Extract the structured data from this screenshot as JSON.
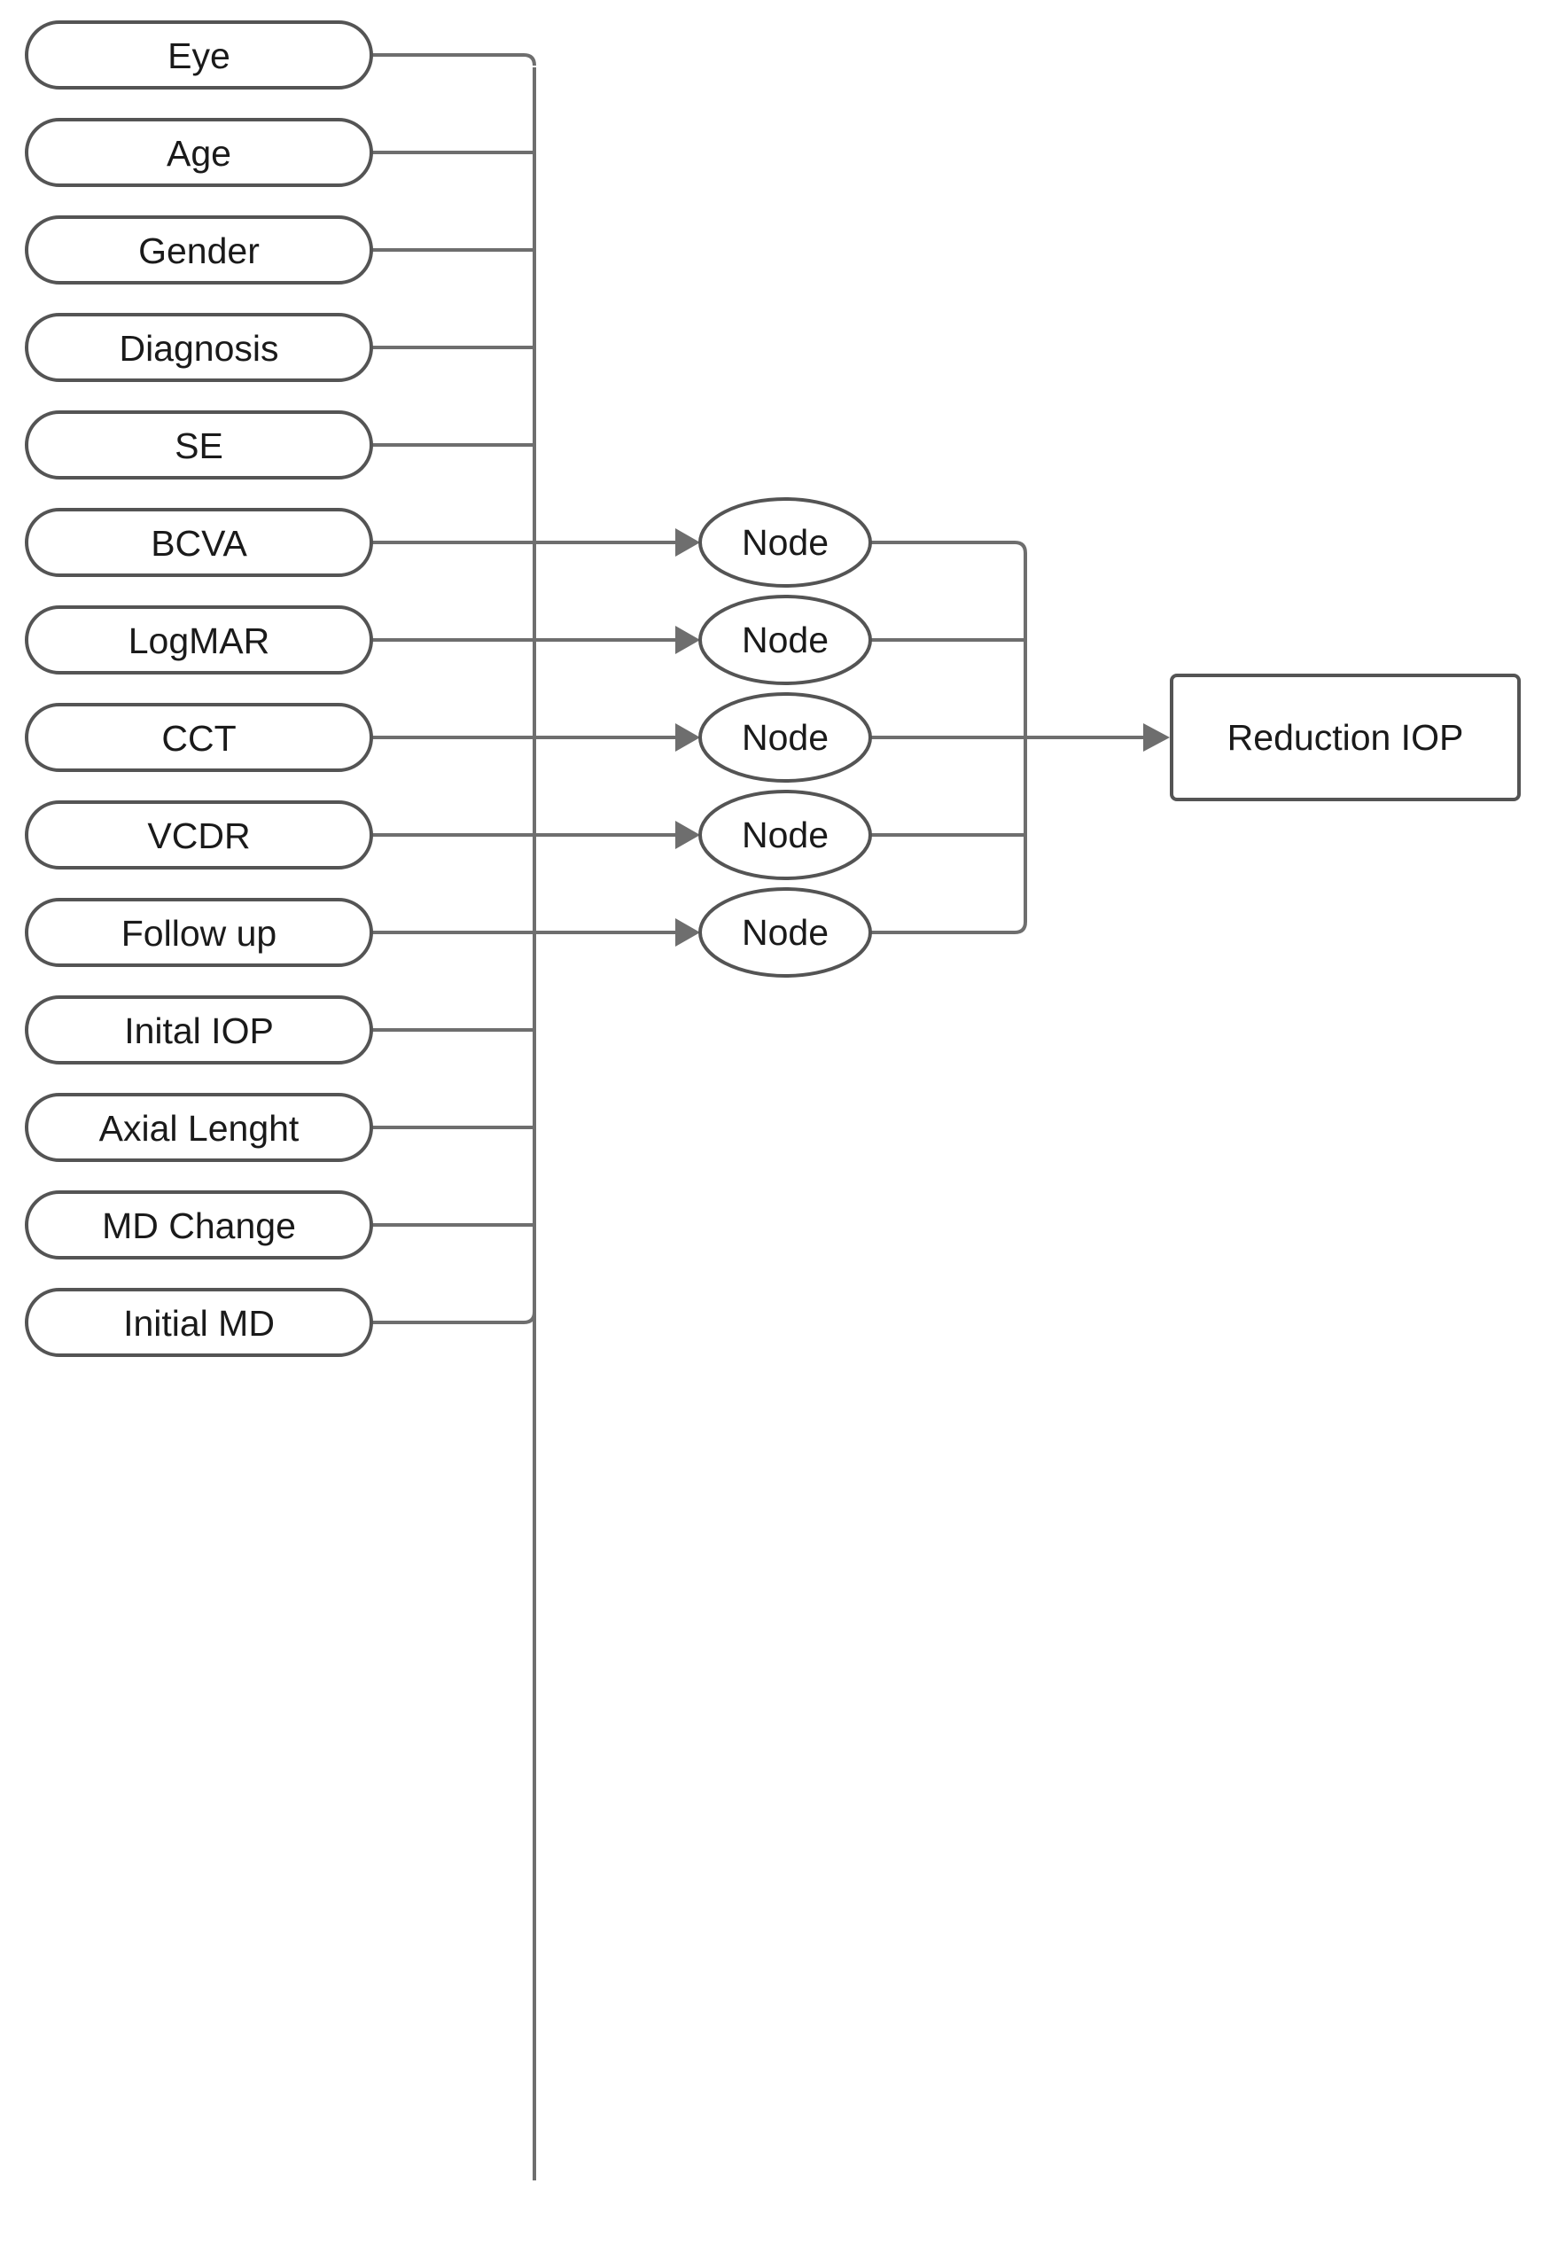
{
  "diagram": {
    "type": "neural-network-architecture-flowchart",
    "background_color": "#ffffff",
    "stroke_color": "#545454",
    "edge_color": "#6e6e6e",
    "text_color": "#1a1a1a",
    "input_layer": {
      "shape": "rounded-rectangle",
      "count": 14,
      "nodes": [
        {
          "label": "Eye"
        },
        {
          "label": "Age"
        },
        {
          "label": "Gender"
        },
        {
          "label": "Diagnosis"
        },
        {
          "label": "SE"
        },
        {
          "label": "BCVA"
        },
        {
          "label": "LogMAR"
        },
        {
          "label": "CCT"
        },
        {
          "label": "VCDR"
        },
        {
          "label": "Follow up"
        },
        {
          "label": "Inital IOP"
        },
        {
          "label": "Axial Lenght"
        },
        {
          "label": "MD Change"
        },
        {
          "label": "Initial MD"
        }
      ]
    },
    "hidden_layer": {
      "shape": "ellipse",
      "count": 5,
      "nodes": [
        {
          "label": "Node"
        },
        {
          "label": "Node"
        },
        {
          "label": "Node"
        },
        {
          "label": "Node"
        },
        {
          "label": "Node"
        }
      ]
    },
    "output_layer": {
      "shape": "rectangle",
      "count": 1,
      "nodes": [
        {
          "label": "Reduction IOP"
        }
      ]
    }
  }
}
